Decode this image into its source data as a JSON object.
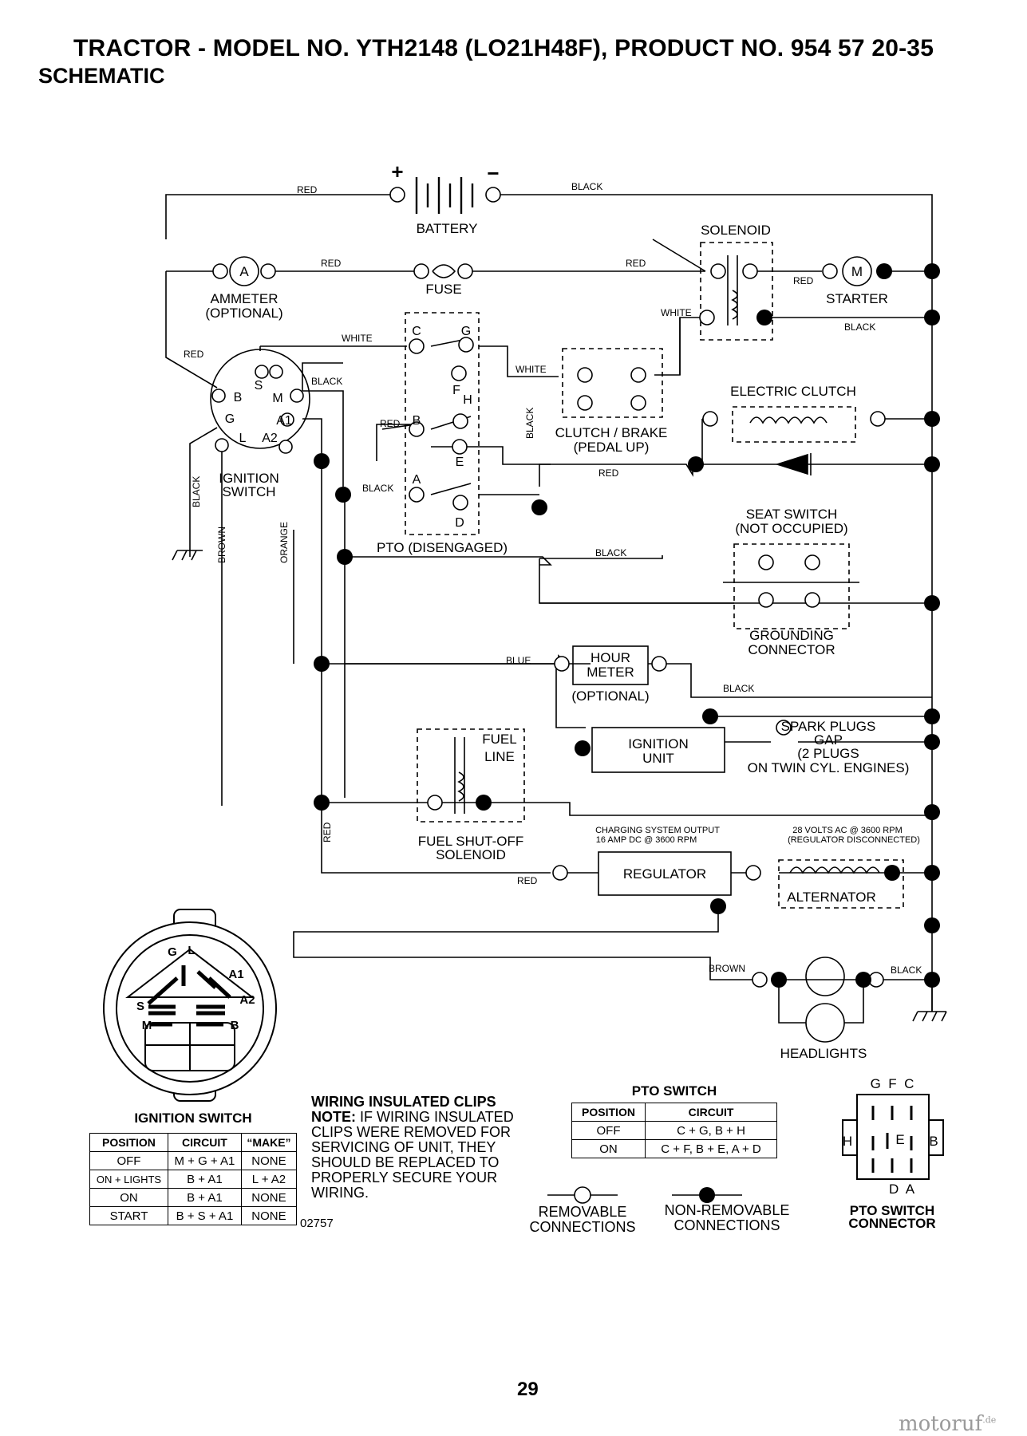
{
  "header": {
    "title": "TRACTOR - MODEL NO. YTH2148 (LO21H48F), PRODUCT NO. 954 57 20-35",
    "subtitle": "SCHEMATIC"
  },
  "components": {
    "battery": "BATTERY",
    "battery_pos": "+",
    "battery_neg": "−",
    "solenoid": "SOLENOID",
    "ammeter_line1": "AMMETER",
    "ammeter_line2": "(OPTIONAL)",
    "ammeter_symbol": "A",
    "fuse": "FUSE",
    "starter": "STARTER",
    "starter_symbol": "M",
    "electric_clutch": "ELECTRIC CLUTCH",
    "clutch_brake_line1": "CLUTCH / BRAKE",
    "clutch_brake_line2": "(PEDAL UP)",
    "ignition_switch_line1": "IGNITION",
    "ignition_switch_line2": "SWITCH",
    "pto": "PTO (DISENGAGED)",
    "seat_switch_line1": "SEAT SWITCH",
    "seat_switch_line2": "(NOT OCCUPIED)",
    "grounding_line1": "GROUNDING",
    "grounding_line2": "CONNECTOR",
    "hour_meter_line1": "HOUR",
    "hour_meter_line2": "METER",
    "hour_meter_opt": "(OPTIONAL)",
    "spark_line1": "SPARK PLUGS",
    "spark_line2": "GAP",
    "spark_line3": "(2 PLUGS",
    "spark_line4": "ON TWIN CYL. ENGINES)",
    "ignition_unit_line1": "IGNITION",
    "ignition_unit_line2": "UNIT",
    "fuel_line1": "FUEL",
    "fuel_line2": "LINE",
    "fuel_sol_line1": "FUEL SHUT-OFF",
    "fuel_sol_line2": "SOLENOID",
    "charging_line1": "CHARGING SYSTEM OUTPUT",
    "charging_line2": "16 AMP DC @ 3600 RPM",
    "ac_line1": "28 VOLTS AC @ 3600 RPM",
    "ac_line2": "(REGULATOR DISCONNECTED)",
    "regulator": "REGULATOR",
    "alternator": "ALTERNATOR",
    "headlights": "HEADLIGHTS"
  },
  "terminal_letters": {
    "ign": [
      "B",
      "S",
      "M",
      "G",
      "A1",
      "L",
      "A2"
    ],
    "pto": [
      "C",
      "G",
      "F",
      "H",
      "B",
      "E",
      "A",
      "D"
    ]
  },
  "wire_labels": {
    "red": "RED",
    "black": "BLACK",
    "white": "WHITE",
    "blue": "BLUE",
    "brown": "BROWN",
    "orange": "ORANGE"
  },
  "ignition_table": {
    "caption": "IGNITION SWITCH",
    "headers": [
      "POSITION",
      "CIRCUIT",
      "“MAKE”"
    ],
    "rows": [
      [
        "OFF",
        "M + G + A1",
        "NONE"
      ],
      [
        "ON + LIGHTS",
        "B + A1",
        "L + A2"
      ],
      [
        "ON",
        "B + A1",
        "NONE"
      ],
      [
        "START",
        "B + S + A1",
        "NONE"
      ]
    ]
  },
  "figure_code": "02757",
  "wiring_note": {
    "heading": "WIRING INSULATED CLIPS",
    "note_label": "NOTE:",
    "text": "IF WIRING INSULATED CLIPS WERE REMOVED FOR SERVICING OF UNIT, THEY SHOULD BE REPLACED TO PROPERLY SECURE YOUR WIRING."
  },
  "pto_table": {
    "caption": "PTO SWITCH",
    "headers": [
      "POSITION",
      "CIRCUIT"
    ],
    "rows": [
      [
        "OFF",
        "C + G, B + H"
      ],
      [
        "ON",
        "C + F, B + E, A + D"
      ]
    ]
  },
  "legend": {
    "removable_line1": "REMOVABLE",
    "removable_line2": "CONNECTIONS",
    "nonremovable_line1": "NON-REMOVABLE",
    "nonremovable_line2": "CONNECTIONS"
  },
  "pto_connector": {
    "caption_line1": "PTO SWITCH",
    "caption_line2": "CONNECTOR",
    "top_letters": "G  F  C",
    "left": "H",
    "right": "B",
    "center": "E",
    "bottom_letters": "D  A"
  },
  "page_number": "29",
  "watermark": "motoruf",
  "watermark_suffix": ".de"
}
